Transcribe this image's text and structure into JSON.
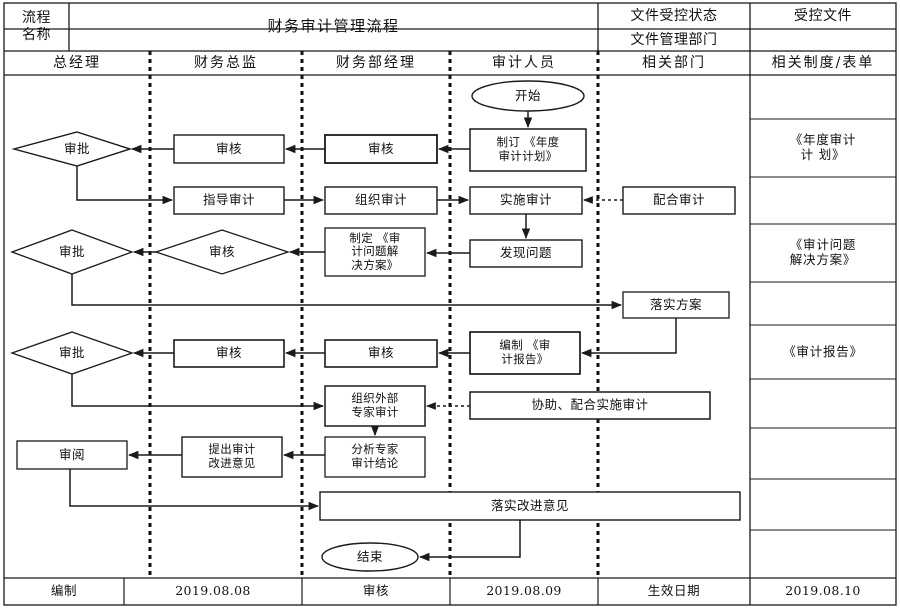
{
  "document": {
    "type": "swimlane-flowchart",
    "title": "财务审计管理流程"
  },
  "header": {
    "name_label": "流程\n名称",
    "title": "财务审计管理流程",
    "control_status_label": "文件受控状态",
    "control_dept_label": "文件管理部门",
    "controlled_doc_label": "受控文件",
    "controlled_doc_value": ""
  },
  "lanes": [
    {
      "id": "gm",
      "label": "总经理"
    },
    {
      "id": "cfo",
      "label": "财务总监"
    },
    {
      "id": "fin_mgr",
      "label": "财务部经理"
    },
    {
      "id": "auditor",
      "label": "审计人员"
    },
    {
      "id": "related",
      "label": "相关部门"
    },
    {
      "id": "docs",
      "label": "相关制度/表单"
    }
  ],
  "nodes": [
    {
      "id": "start",
      "label": "开始",
      "shape": "ellipse",
      "lane": "auditor"
    },
    {
      "id": "plan",
      "label": "制订 《年度\n审计计划》",
      "shape": "rect",
      "lane": "auditor"
    },
    {
      "id": "review1",
      "label": "审核",
      "shape": "rect",
      "lane": "fin_mgr"
    },
    {
      "id": "review2",
      "label": "审核",
      "shape": "rect",
      "lane": "cfo"
    },
    {
      "id": "approve1",
      "label": "审批",
      "shape": "diamond",
      "lane": "gm"
    },
    {
      "id": "guide",
      "label": "指导审计",
      "shape": "rect",
      "lane": "cfo"
    },
    {
      "id": "organize",
      "label": "组织审计",
      "shape": "rect",
      "lane": "fin_mgr"
    },
    {
      "id": "implement",
      "label": "实施审计",
      "shape": "rect",
      "lane": "auditor"
    },
    {
      "id": "cooperate",
      "label": "配合审计",
      "shape": "rect",
      "lane": "related"
    },
    {
      "id": "find_issue",
      "label": "发现问题",
      "shape": "rect",
      "lane": "auditor"
    },
    {
      "id": "solution",
      "label": "制定 《审\n计问题解\n决方案》",
      "shape": "rect",
      "lane": "fin_mgr"
    },
    {
      "id": "review3",
      "label": "审核",
      "shape": "diamond",
      "lane": "cfo"
    },
    {
      "id": "approve2",
      "label": "审批",
      "shape": "diamond",
      "lane": "gm"
    },
    {
      "id": "execute_plan",
      "label": "落实方案",
      "shape": "rect",
      "lane": "related"
    },
    {
      "id": "compile",
      "label": "编制 《审\n计报告》",
      "shape": "rect",
      "lane": "auditor"
    },
    {
      "id": "review4",
      "label": "审核",
      "shape": "rect",
      "lane": "fin_mgr"
    },
    {
      "id": "review5",
      "label": "审核",
      "shape": "rect",
      "lane": "cfo"
    },
    {
      "id": "approve3",
      "label": "审批",
      "shape": "diamond",
      "lane": "gm"
    },
    {
      "id": "ext_expert",
      "label": "组织外部\n专家审计",
      "shape": "rect",
      "lane": "fin_mgr"
    },
    {
      "id": "assist",
      "label": "协助、配合实施审计",
      "shape": "rect",
      "lane": "auditor"
    },
    {
      "id": "analyze",
      "label": "分析专家\n审计结论",
      "shape": "rect",
      "lane": "fin_mgr"
    },
    {
      "id": "suggestion",
      "label": "提出审计\n改进意见",
      "shape": "rect",
      "lane": "cfo"
    },
    {
      "id": "read",
      "label": "审阅",
      "shape": "rect",
      "lane": "gm"
    },
    {
      "id": "implement_sug",
      "label": "落实改进意见",
      "shape": "rect",
      "lane": "fin_mgr"
    },
    {
      "id": "end",
      "label": "结束",
      "shape": "ellipse",
      "lane": "auditor"
    }
  ],
  "doc_column": [
    {
      "index": 0,
      "label": ""
    },
    {
      "index": 1,
      "label": "《年度审计\n计  划》"
    },
    {
      "index": 2,
      "label": ""
    },
    {
      "index": 3,
      "label": "《审计问题\n解决方案》"
    },
    {
      "index": 4,
      "label": ""
    },
    {
      "index": 5,
      "label": "《审计报告》"
    },
    {
      "index": 6,
      "label": ""
    },
    {
      "index": 7,
      "label": ""
    },
    {
      "index": 8,
      "label": ""
    },
    {
      "index": 9,
      "label": ""
    }
  ],
  "footer": {
    "prepared_label": "编制",
    "prepared_date": "2019.08.08",
    "reviewed_label": "审核",
    "reviewed_date": "2019.08.09",
    "effective_label": "生效日期",
    "effective_date": "2019.08.10"
  },
  "colors": {
    "line": "#1a1a1a",
    "text": "#111111",
    "background": "#ffffff",
    "lane_divider": "#111111"
  }
}
